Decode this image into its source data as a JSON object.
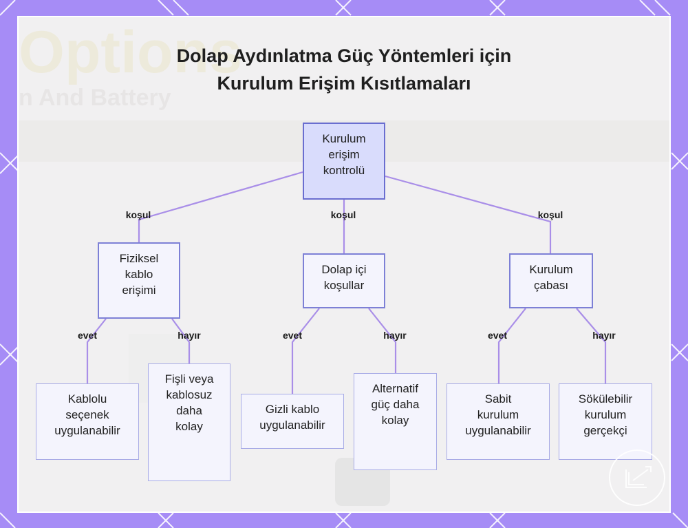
{
  "title": {
    "line1": "Dolap Aydınlatma Güç Yöntemleri için",
    "line2": "Kurulum Erişim Kısıtlamaları"
  },
  "watermark": {
    "word": "Options",
    "subtitle": "n And Battery"
  },
  "nodes": {
    "root": "Kurulum\nerişim\nkontrolü",
    "physical_cable": "Fiziksel\nkablo\nerişimi",
    "cabinet_conditions": "Dolap içi\nkoşullar",
    "install_effort": "Kurulum\nçabası",
    "wired_applicable": "Kablolu\nseçenek\nuygulanabilir",
    "plugin_wireless": "Fişli veya\nkablosuz\ndaha\nkolay",
    "hidden_cable": "Gizli kablo\nuygulanabilir",
    "alt_power": "Alternatif\ngüç daha\nkolay",
    "fixed_install": "Sabit\nkurulum\nuygulanabilir",
    "removable_install": "Sökülebilir\nkurulum\ngerçekçi"
  },
  "edge_labels": {
    "condition": "koşul",
    "yes": "evet",
    "no": "hayır"
  },
  "colors": {
    "frame": "#a68cf6",
    "edge": "#a98ee8",
    "root_fill": "#d9dcfc",
    "node_fill": "#f4f4fd",
    "node_border": "#a8abe6"
  }
}
